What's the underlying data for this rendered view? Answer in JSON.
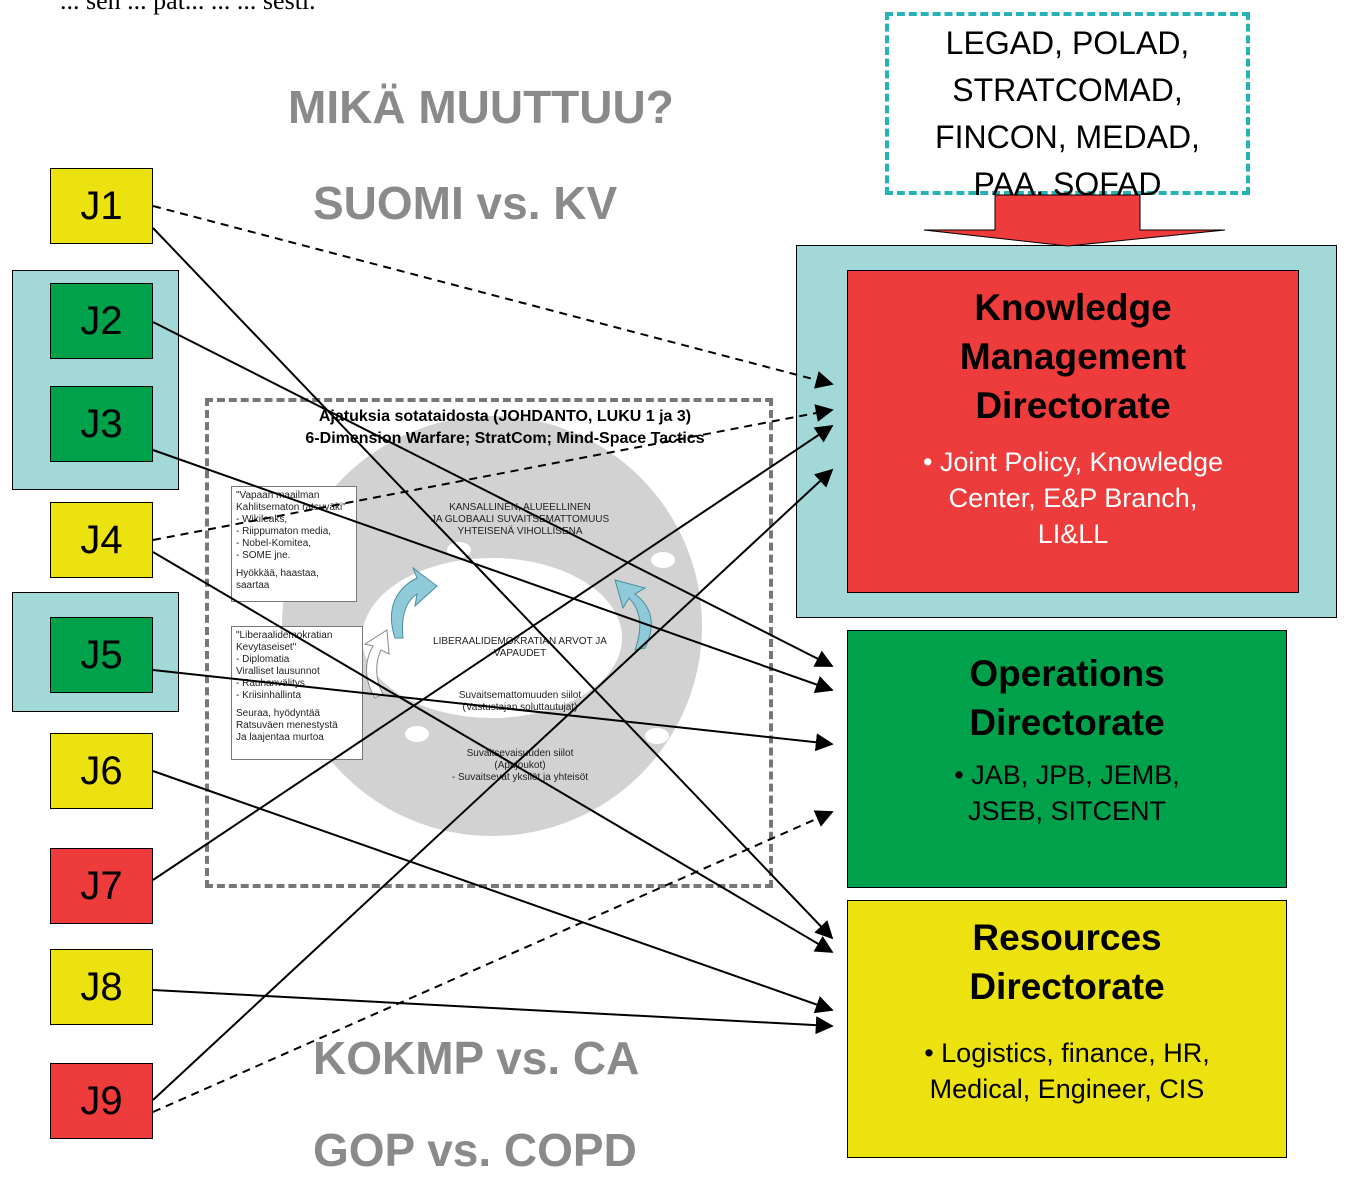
{
  "top_partial_text": "... sen ... pat... ... ... sesti.",
  "headings": {
    "mika": "MIKÄ MUUTTUU?",
    "suomi": "SUOMI vs. KV",
    "kokmp": "KOKMP vs. CA",
    "gop": "GOP vs. COPD"
  },
  "advisors": [
    "LEGAD, POLAD,",
    "STRATCOMAD,",
    "FINCON, MEDAD,",
    "PAA, SOFAD"
  ],
  "j_boxes": [
    "J1",
    "J2",
    "J3",
    "J4",
    "J5",
    "J6",
    "J7",
    "J8",
    "J9"
  ],
  "directorates": {
    "knowledge": {
      "title": [
        "Knowledge",
        "Management",
        "Directorate"
      ],
      "items": [
        "• Joint Policy, Knowledge",
        "Center, E&P Branch,",
        "LI&LL"
      ]
    },
    "operations": {
      "title": [
        "Operations",
        "Directorate"
      ],
      "items": [
        "• JAB, JPB, JEMB,",
        "JSEB, SITCENT"
      ]
    },
    "resources": {
      "title": [
        "Resources",
        "Directorate"
      ],
      "items": [
        "• Logistics, finance, HR,",
        "Medical, Engineer, CIS"
      ]
    }
  },
  "inner_figure": {
    "title_line1": "Ajatuksia sotataidosta (JOHDANTO, LUKU 1 ja 3)",
    "title_line2": "6-Dimension Warfare; StratCom; Mind-Space Tactics",
    "note1": [
      "\"Vapaan maailman",
      "Kahlitsematon ratsuväki\"",
      "- Wikileaks,",
      "- Riippumaton media,",
      "- Nobel-Komitea,",
      "- SOME jne.",
      "",
      "Hyökkää, haastaa,",
      "saartaa"
    ],
    "note2": [
      "\"Liberaalidemokratian",
      "Kevytaseiset\"",
      "- Diplomatia",
      "  Viralliset lausunnot",
      "- Rauhanvälitys",
      "- Kriisinhallinta",
      "",
      "Seuraa, hyödyntää",
      "Ratsuväen menestystä",
      "Ja laajentaa murtoa"
    ],
    "ring_top": [
      "KANSALLINEN, ALUEELLINEN",
      "JA GLOBAALI SUVAITSEMATTOMUUS",
      "YHTEISENÄ VIHOLLISENA"
    ],
    "center": [
      "LIBERAALIDEMOKRATIAN ARVOT JA",
      "VAPAUDET"
    ],
    "bridge1": [
      "Suvaitsemattomuuden siilot",
      "(Vastustajan soluttautujat)"
    ],
    "bridge2": [
      "Suvaitsevaisuuden siilot",
      "(Apujoukot)",
      "- Suvaitsevat yksilöt ja yhteisöt"
    ]
  },
  "colors": {
    "yellow": "#ece20f",
    "green": "#00a14b",
    "red": "#ee3b3b",
    "cyan_bg": "#a2d9d8",
    "dash_border": "#26b3b6",
    "grey_heading": "#8a8a8a"
  }
}
